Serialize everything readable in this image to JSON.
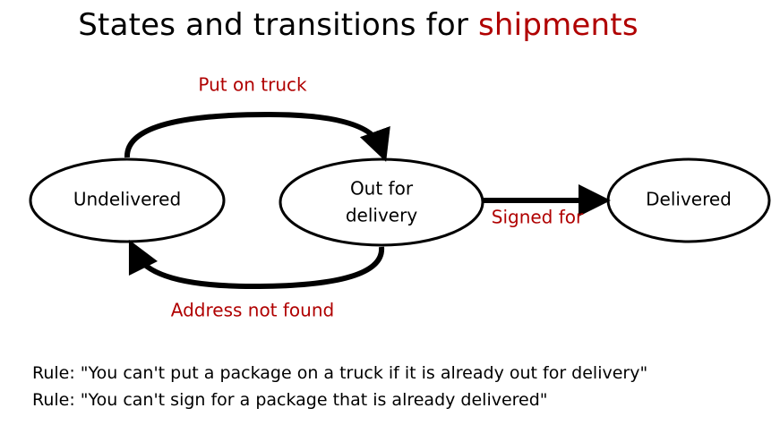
{
  "title": {
    "text": "States and transitions for",
    "accent": "shipments",
    "accent_color": "#b00000"
  },
  "states": {
    "undelivered": "Undelivered",
    "out_for_delivery_line1": "Out for",
    "out_for_delivery_line2": "delivery",
    "delivered": "Delivered"
  },
  "transitions": {
    "put_on_truck": "Put on truck",
    "address_not_found": "Address not found",
    "signed_for": "Signed for"
  },
  "rules": [
    "Rule: \"You can't put a package on a truck if it is already out for delivery\"",
    "Rule: \"You can't sign for a package that is already delivered\""
  ]
}
